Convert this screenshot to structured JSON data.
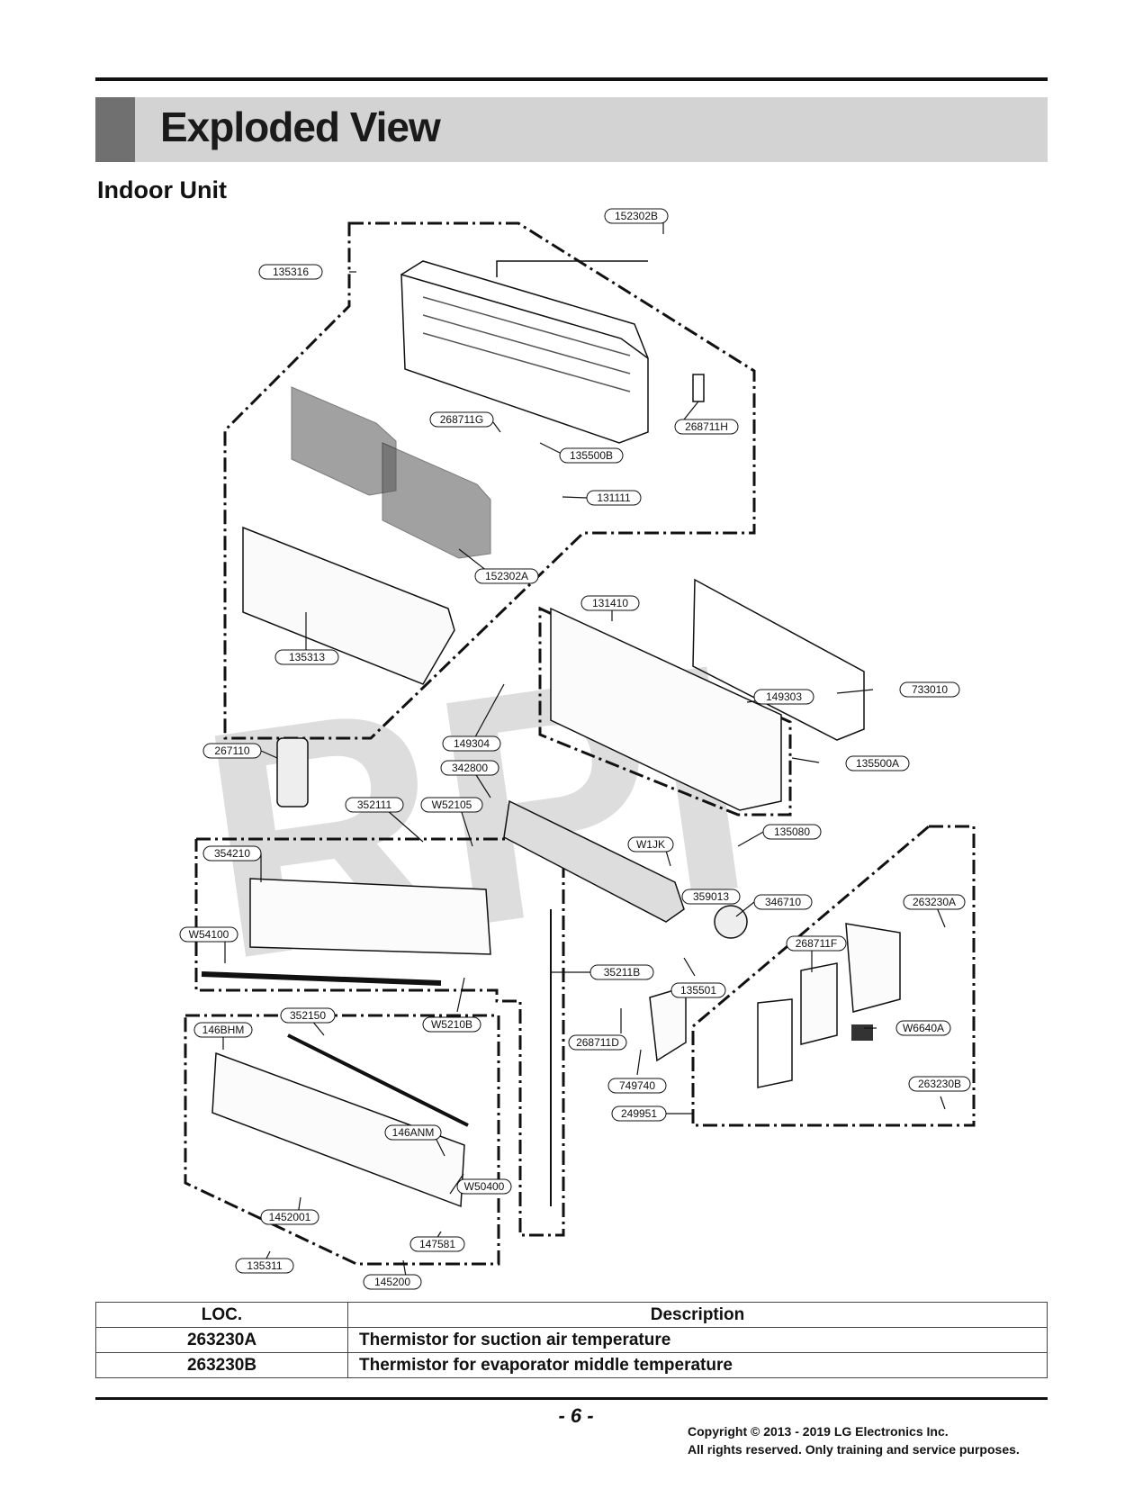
{
  "header": {
    "title": "Exploded View",
    "subtitle": "Indoor Unit"
  },
  "watermark": "RPI",
  "part_labels": [
    "152302B",
    "135316",
    "268711G",
    "268711H",
    "135500B",
    "131111",
    "152302A",
    "135313",
    "131410",
    "733010",
    "149303",
    "149304",
    "135500A",
    "267110",
    "342800",
    "352111",
    "W52105",
    "135080",
    "W1JK",
    "354210",
    "359013",
    "346710",
    "263230A",
    "268711F",
    "W54100",
    "35211B",
    "135501",
    "W6640A",
    "W5210B",
    "352150",
    "146BHM",
    "268711D",
    "749740",
    "263230B",
    "249951",
    "146ANM",
    "W50400",
    "147581",
    "1452001",
    "135311",
    "145200"
  ],
  "table": {
    "headers": [
      "LOC.",
      "Description"
    ],
    "rows": [
      {
        "loc": "263230A",
        "desc": "Thermistor for suction air temperature"
      },
      {
        "loc": "263230B",
        "desc": "Thermistor for evaporator middle temperature"
      }
    ]
  },
  "footer": {
    "page": "- 6 -",
    "copyright1": "Copyright © 2013 - 2019 LG Electronics Inc.",
    "copyright2": "All rights reserved. Only training and service purposes."
  }
}
